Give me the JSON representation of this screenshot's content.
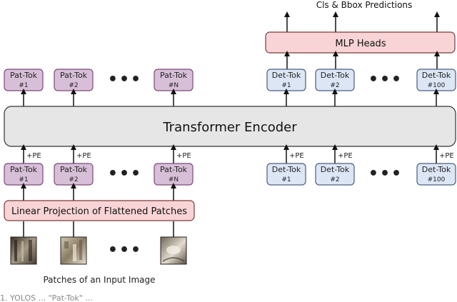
{
  "top_label": "Cls & Bbox Predictions",
  "mlp_heads": "MLP Heads",
  "encoder": "Transformer Encoder",
  "linear_projection": "Linear Projection of Flattened Patches",
  "input_caption": "Patches of an Input Image",
  "pe_label": "+PE",
  "ellipsis": "•••",
  "footer_caption": "1. YOLOS ... \"Pat-Tok\" ... ",
  "pat_tokens": [
    {
      "name": "Pat-Tok",
      "index": "#1"
    },
    {
      "name": "Pat-Tok",
      "index": "#2"
    },
    {
      "name": "Pat-Tok",
      "index": "#N"
    }
  ],
  "det_tokens": [
    {
      "name": "Det-Tok",
      "index": "#1"
    },
    {
      "name": "Det-Tok",
      "index": "#2"
    },
    {
      "name": "Det-Tok",
      "index": "#100"
    }
  ],
  "colors": {
    "pat_fill": "#d8bfd8",
    "pat_stroke": "#7a4a7a",
    "det_fill": "#dce6f5",
    "det_stroke": "#4a5f80",
    "mlp_fill": "#f9d4d6",
    "mlp_stroke": "#7a3a3a",
    "encoder_fill": "#e6e6e6",
    "encoder_stroke": "#333333",
    "proj_fill": "#f9d4d6",
    "proj_stroke": "#7a3a3a"
  }
}
